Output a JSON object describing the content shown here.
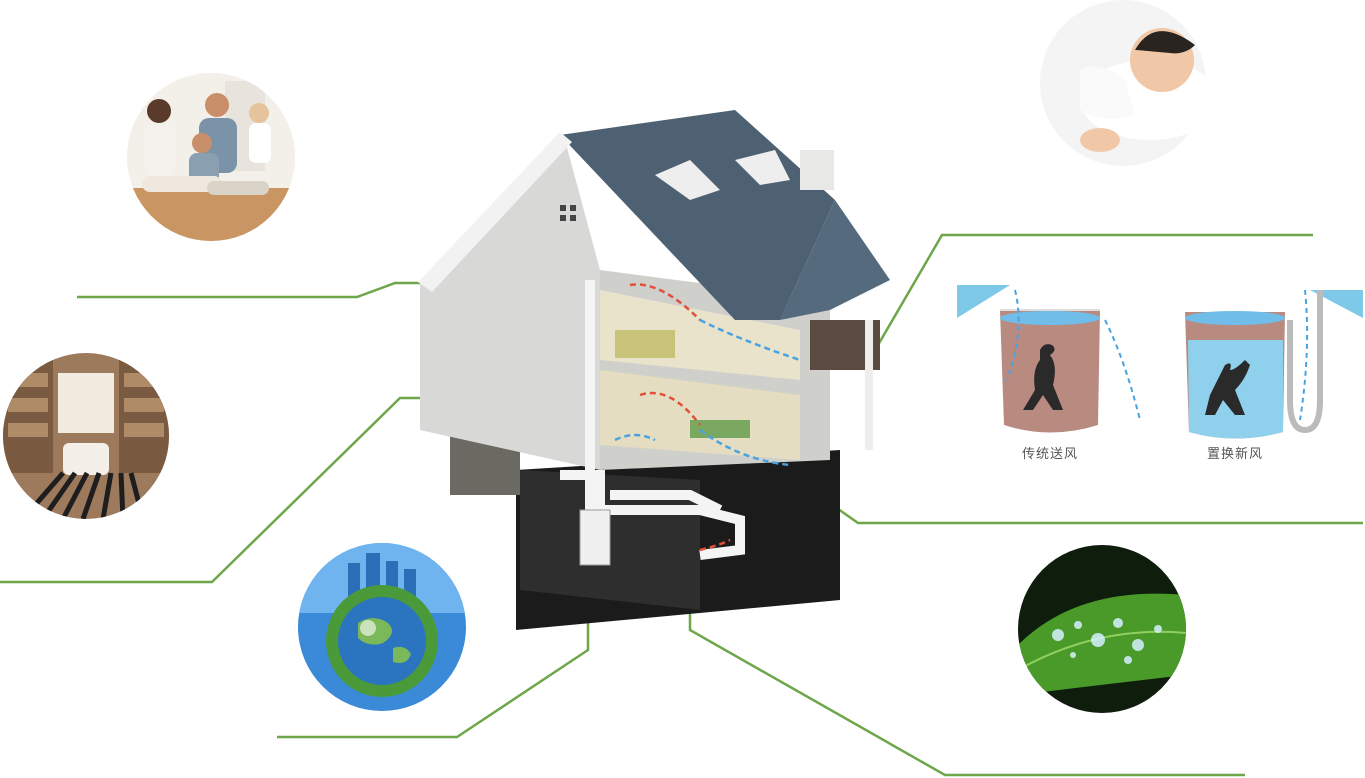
{
  "diagram": {
    "comparison": {
      "left_caption": "传统送风",
      "right_caption": "置换新风"
    },
    "colors": {
      "connector_line": "#6ea64a",
      "roof": "#4e6173",
      "wall": "#d8d8d6",
      "water": "#7ec8e8",
      "cup_left_fill": "#b98a80",
      "cup_right_fill": "#b98a80",
      "airflow_fresh": "#4aa3e0",
      "airflow_stale": "#e0503a"
    },
    "illustrations": [
      {
        "name": "family-photo",
        "icon": "family-icon"
      },
      {
        "name": "closet-photo",
        "icon": "wardrobe-icon"
      },
      {
        "name": "earth-photo",
        "icon": "globe-icon"
      },
      {
        "name": "sleeping-child-photo",
        "icon": "child-icon"
      },
      {
        "name": "leaf-photo",
        "icon": "leaf-icon"
      },
      {
        "name": "house-cutaway",
        "icon": "house-icon"
      }
    ]
  }
}
